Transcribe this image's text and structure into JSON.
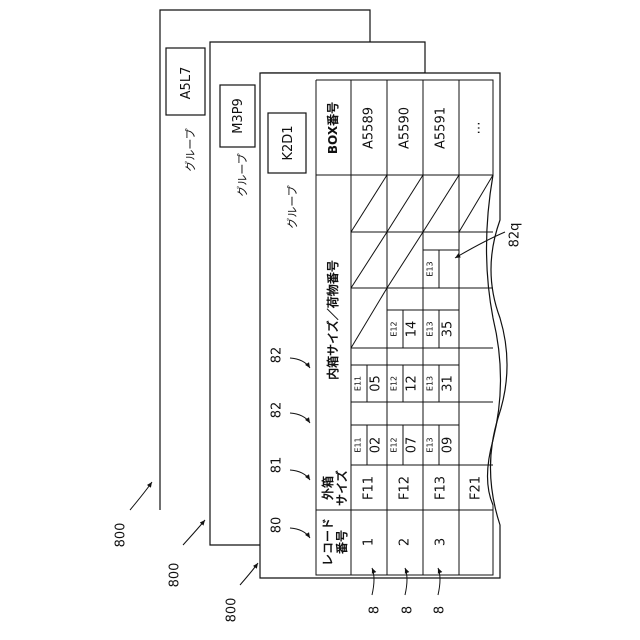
{
  "sheets": [
    {
      "group_label": "グループ",
      "group_code": "A5L7"
    },
    {
      "group_label": "グループ",
      "group_code": "M3P9"
    },
    {
      "group_label": "グループ",
      "group_code": "K2D1"
    }
  ],
  "table": {
    "header_record": "レコード\n番号",
    "header_outer": "外箱\nサイズ",
    "header_inner": "内箱サイズ／荷物番号",
    "header_box": "BOX番号",
    "rows": [
      {
        "record": "1",
        "outer": "F11",
        "cells": [
          {
            "e": "E11",
            "v": "02"
          },
          {
            "e": "E11",
            "v": "05"
          },
          {
            "diag": true
          },
          {
            "diag": true
          },
          {
            "diag": true
          }
        ],
        "box": "A5589"
      },
      {
        "record": "2",
        "outer": "F12",
        "cells": [
          {
            "e": "E12",
            "v": "07"
          },
          {
            "e": "E12",
            "v": "12"
          },
          {
            "e": "E12",
            "v": "14"
          },
          {
            "diag": true
          },
          {
            "diag": true
          }
        ],
        "box": "A5590"
      },
      {
        "record": "3",
        "outer": "F13",
        "cells": [
          {
            "e": "E13",
            "v": "09"
          },
          {
            "e": "E13",
            "v": "31"
          },
          {
            "e": "E13",
            "v": "35"
          },
          {
            "e": "E13",
            "v": ""
          },
          {
            "diag": true
          }
        ],
        "box": "A5591"
      },
      {
        "record": "",
        "outer": "F21",
        "cells": [
          {
            "v": ""
          },
          {
            "v": ""
          },
          {
            "v": ""
          },
          {
            "v": ""
          },
          {
            "v": ""
          }
        ],
        "box": "…"
      }
    ]
  },
  "refs": {
    "r800": "800",
    "r80": "80",
    "r81": "81",
    "r82": "82",
    "r82q": "82q",
    "r8": "8"
  }
}
